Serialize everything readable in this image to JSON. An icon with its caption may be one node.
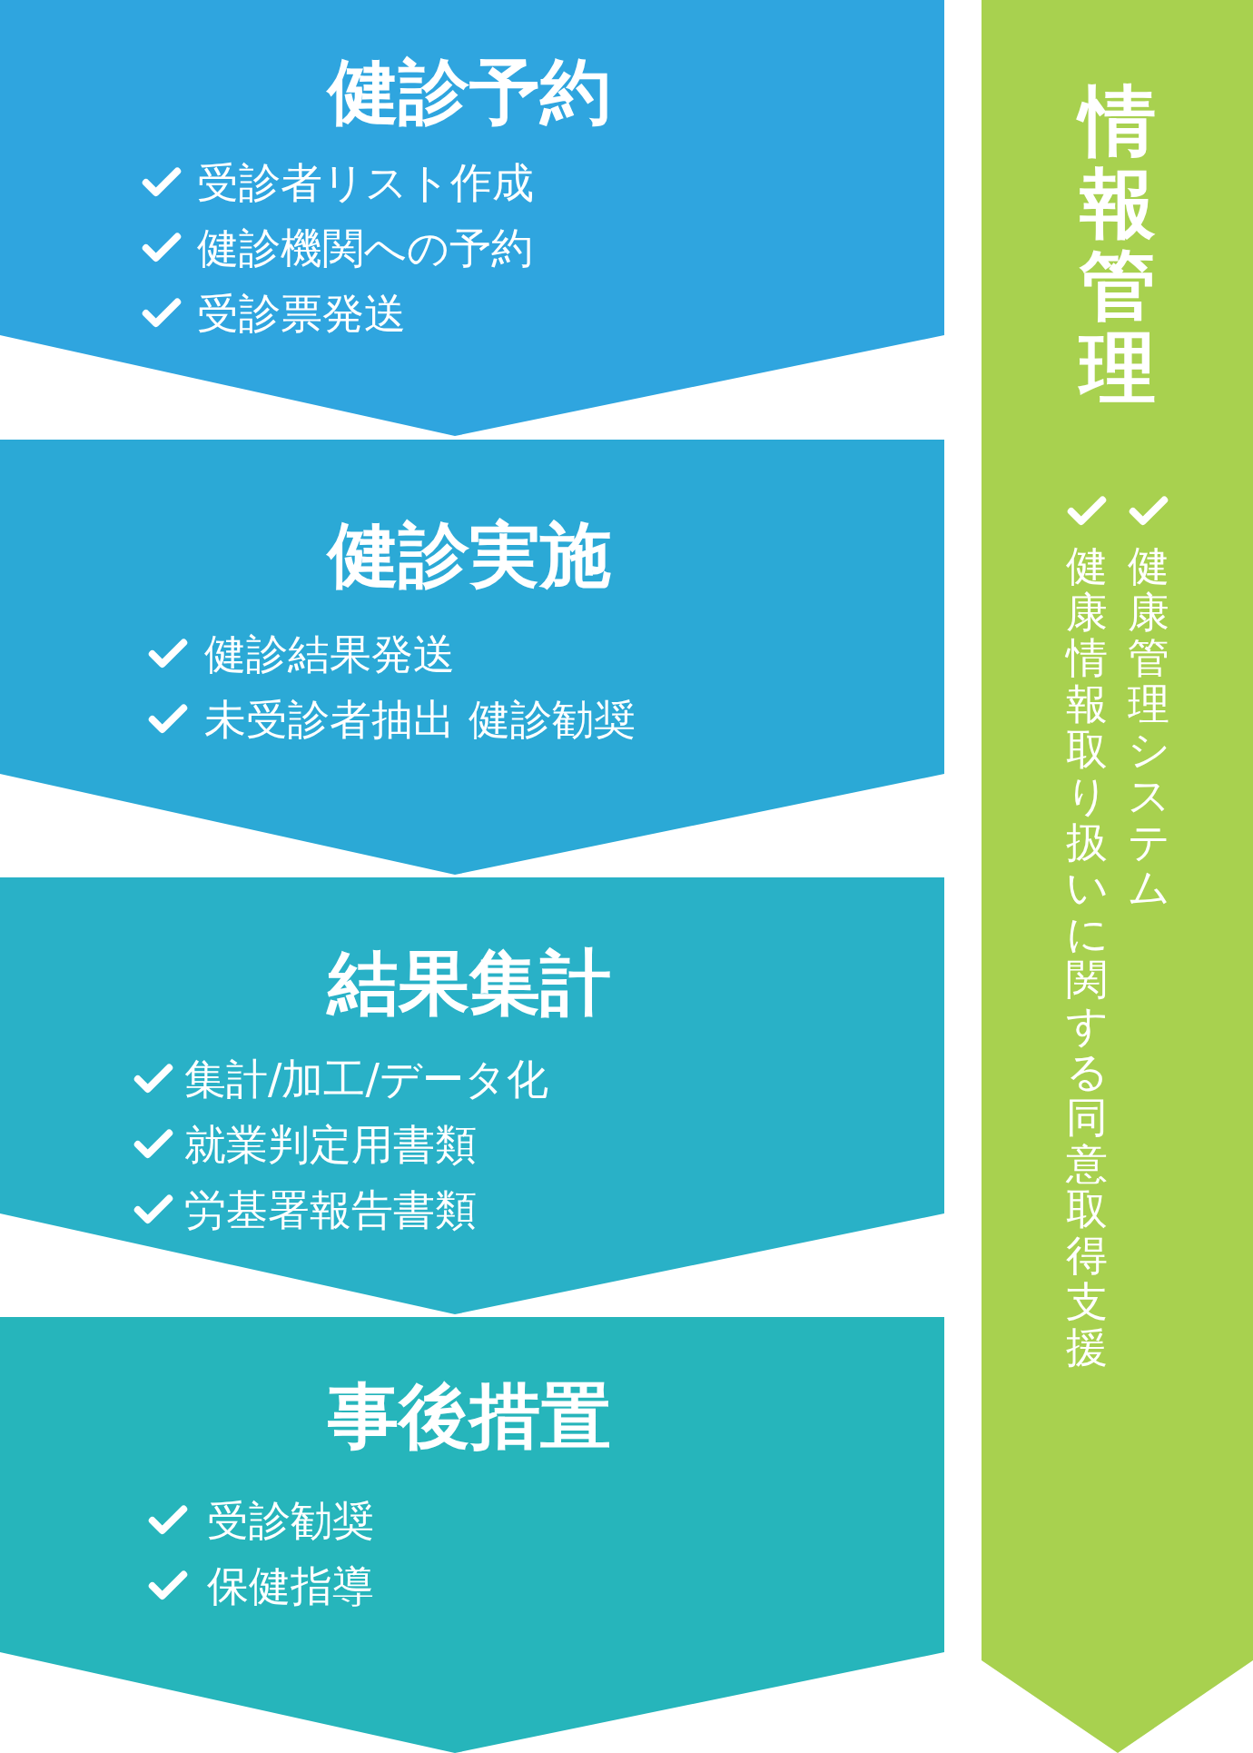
{
  "diagram": {
    "nodes": [
      {
        "text": [
          "健診予約",
          "受診者リスト作成",
          "健診機関への予約",
          "受診票発送"
        ]
      },
      {
        "text": [
          "健診実施",
          "健診結果発送",
          "未受診者抽出 健診勧奨"
        ]
      },
      {
        "text": [
          "結果集計",
          "集計/加工/データ化",
          "就業判定用書類",
          "労基署報告書類"
        ]
      },
      {
        "text": [
          "事後措置",
          "受診勧奨",
          "保健指導"
        ]
      },
      {
        "text": [
          "情報管理",
          "健康情報取り扱いに関する同意取得支援",
          "健康管理システム"
        ]
      }
    ]
  }
}
